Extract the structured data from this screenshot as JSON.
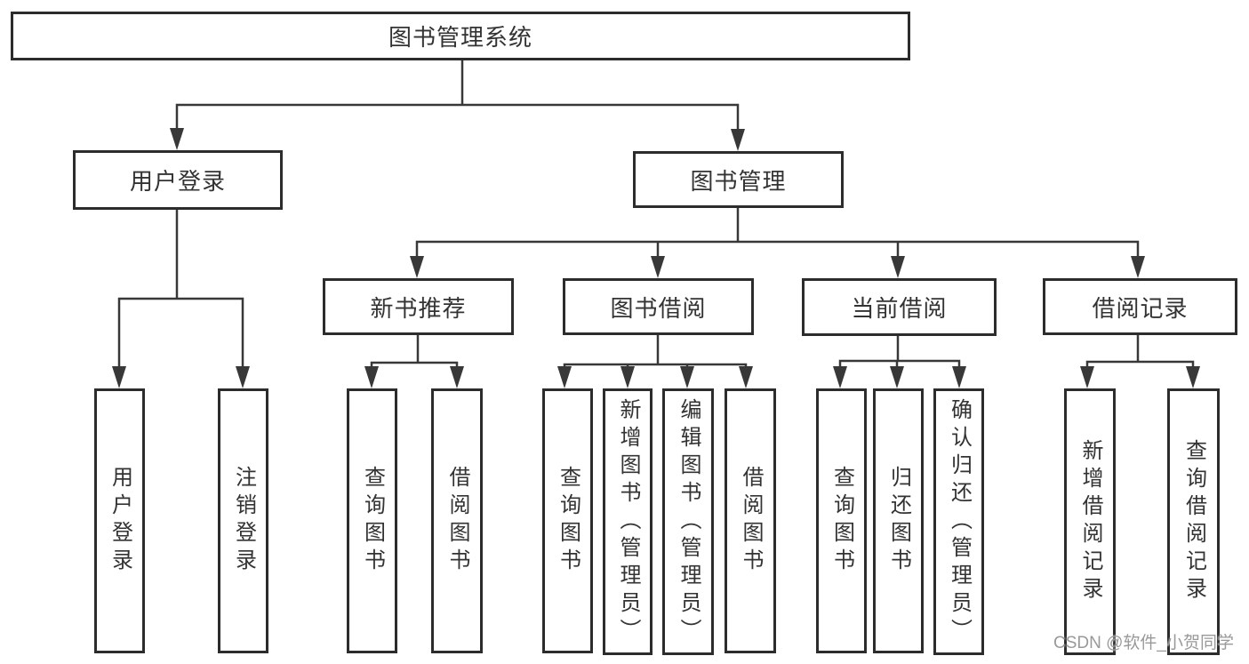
{
  "diagram": {
    "root": {
      "label": "图书管理系统"
    },
    "branches": [
      {
        "label": "用户登录",
        "children": [
          {
            "label": "用户登录"
          },
          {
            "label": "注销登录"
          }
        ]
      },
      {
        "label": "图书管理",
        "children": [
          {
            "label": "新书推荐",
            "children": [
              {
                "label": "查询图书"
              },
              {
                "label": "借阅图书"
              }
            ]
          },
          {
            "label": "图书借阅",
            "children": [
              {
                "label": "查询图书"
              },
              {
                "label": "新增图书（管理员）"
              },
              {
                "label": "编辑图书（管理员）"
              },
              {
                "label": "借阅图书"
              }
            ]
          },
          {
            "label": "当前借阅",
            "children": [
              {
                "label": "查询图书"
              },
              {
                "label": "归还图书"
              },
              {
                "label": "确认归还（管理员）"
              }
            ]
          },
          {
            "label": "借阅记录",
            "children": [
              {
                "label": "新增借阅记录"
              },
              {
                "label": "查询借阅记录"
              }
            ]
          }
        ]
      }
    ]
  },
  "watermark": {
    "text": "CSDN @软件_小贺同学"
  },
  "colors": {
    "line": "#383838",
    "box_border": "#2c2c2c",
    "text": "#333333",
    "watermark": "#949494",
    "background": "#ffffff"
  }
}
